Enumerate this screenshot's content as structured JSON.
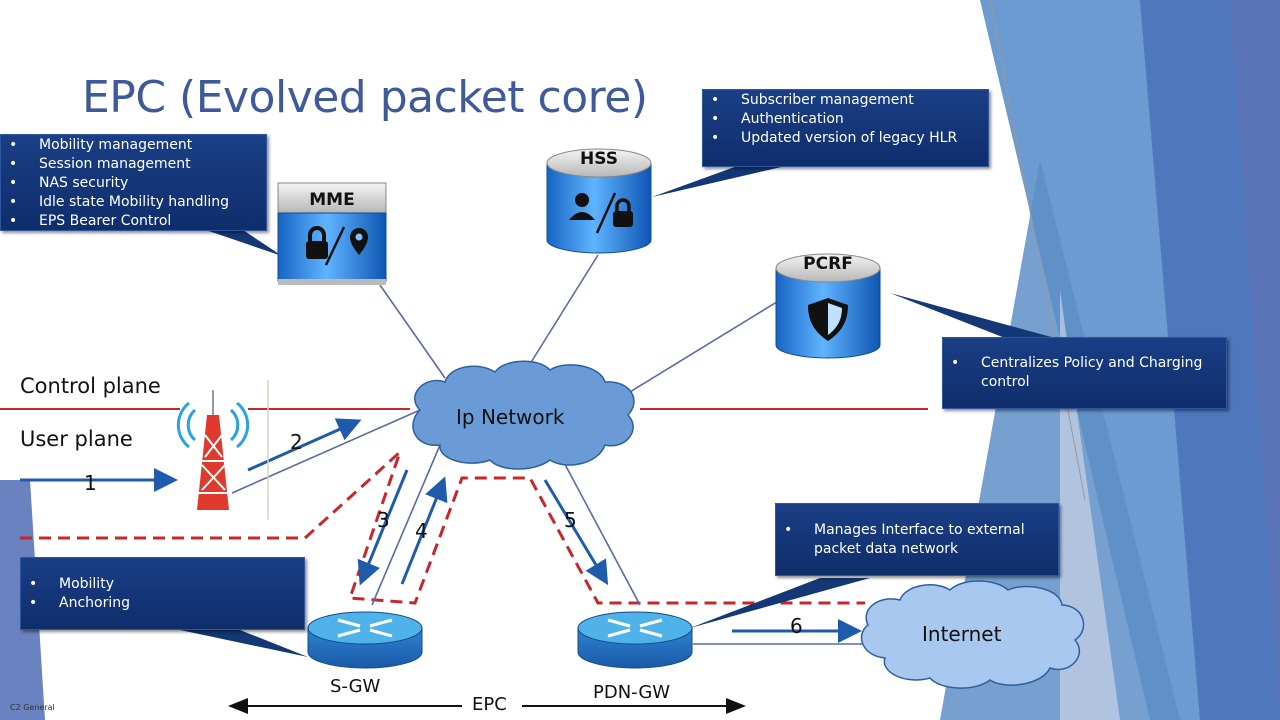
{
  "slide": {
    "title": "EPC (Evolved packet core)",
    "footer": "C2 General"
  },
  "planes": {
    "control": "Control plane",
    "user": "User plane"
  },
  "nodes": {
    "mme": {
      "label": "MME",
      "icon": "lock-slash-location-icon"
    },
    "hss": {
      "label": "HSS",
      "icon": "person-slash-lock-icon"
    },
    "pcrf": {
      "label": "PCRF",
      "icon": "shield-icon"
    },
    "ip_network": {
      "label": "Ip Network"
    },
    "internet": {
      "label": "Internet"
    },
    "sgw": {
      "label": "S-GW"
    },
    "pdngw": {
      "label": "PDN-GW"
    },
    "enodeb": {
      "label": "",
      "icon": "cell-tower-icon"
    }
  },
  "callouts": {
    "mme": [
      "Mobility management",
      "Session management",
      "NAS security",
      "Idle state Mobility handling",
      "EPS Bearer Control"
    ],
    "hss": [
      "Subscriber management",
      "Authentication",
      "Updated version of legacy HLR"
    ],
    "pcrf": [
      "Centralizes Policy and Charging control"
    ],
    "pdngw": [
      "Manages Interface to external packet data network"
    ],
    "sgw": [
      "Mobility",
      "Anchoring"
    ]
  },
  "flow_steps": [
    "1",
    "2",
    "3",
    "4",
    "5",
    "6"
  ],
  "epc_span_label": "EPC",
  "colors": {
    "title": "#3f5a9a",
    "callout_bg": "#143775",
    "control_line": "#c8262a",
    "flow_arrow": "#1f5bab",
    "link_line": "#5b6aa8",
    "cloud_fill": "#6a9bd6",
    "cloud_fill_light": "#a9c8ef"
  }
}
